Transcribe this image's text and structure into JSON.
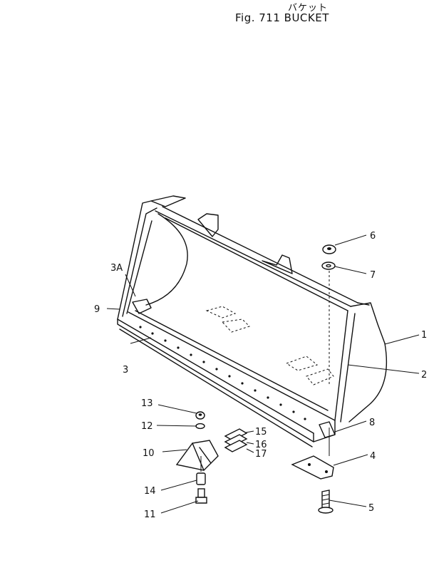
{
  "header": {
    "title_jp": "バケット",
    "title_en": "Fig. 711  BUCKET"
  },
  "callouts": {
    "p1": "1",
    "p2": "2",
    "p3": "3",
    "p3a": "3A",
    "p4": "4",
    "p5": "5",
    "p6": "6",
    "p7": "7",
    "p8": "8",
    "p9": "9",
    "p10": "10",
    "p11": "11",
    "p12": "12",
    "p13": "13",
    "p14": "14",
    "p15": "15",
    "p16": "16",
    "p17": "17"
  }
}
